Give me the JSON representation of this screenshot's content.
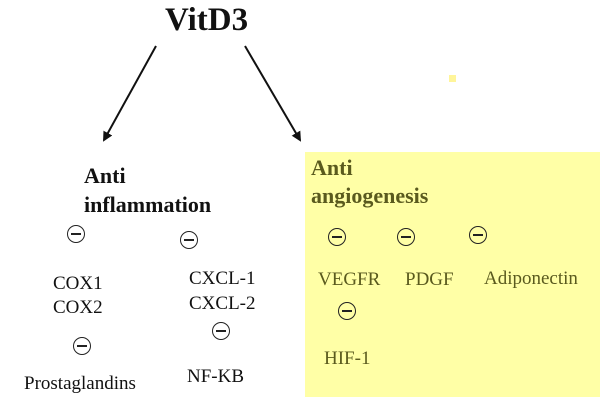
{
  "title": "VitD3",
  "anti_inflammation": {
    "heading_line1": "Anti",
    "heading_line2": "inflammation",
    "targets": [
      "COX1",
      "COX2",
      "Prostaglandins",
      "CXCL-1",
      "CXCL-2",
      "NF-KB"
    ]
  },
  "anti_angiogenesis": {
    "heading_line1": "Anti",
    "heading_line2": "angiogenesis",
    "targets": [
      "VEGFR",
      "PDGF",
      "Adiponectin",
      "HIF-1"
    ],
    "highlight_color": "#ffffa6"
  },
  "icons": {
    "inhibition": "minus-circle-icon"
  }
}
